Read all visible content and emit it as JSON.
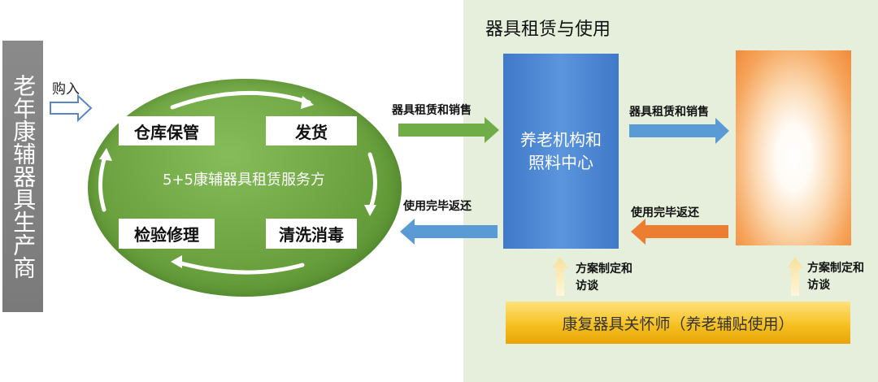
{
  "manufacturer_label": "老年康辅器具生产商",
  "purchase_label": "购入",
  "ellipse": {
    "title": "5+5康辅器具租赁服务方",
    "boxes": {
      "storage": "仓库保管",
      "ship": "发货",
      "inspect": "检验修理",
      "clean": "清洗消毒"
    }
  },
  "panel_title": "器具租赁与使用",
  "care_center": "养老机构和\n照料中心",
  "care_bar": "康复器具关怀师（养老辅贴使用）",
  "arrows": {
    "left_forward": "器具租赁和销售",
    "left_return": "使用完毕返还",
    "right_forward": "器具租赁和销售",
    "right_return": "使用完毕返还",
    "plan_left": "方案制定和\n访谈",
    "plan_right": "方案制定和\n访谈"
  },
  "colors": {
    "green_arrow": "#70ad47",
    "blue_arrow": "#5b9bd5",
    "orange_arrow": "#ed7d31",
    "panel_bg": "#e6efdc"
  }
}
